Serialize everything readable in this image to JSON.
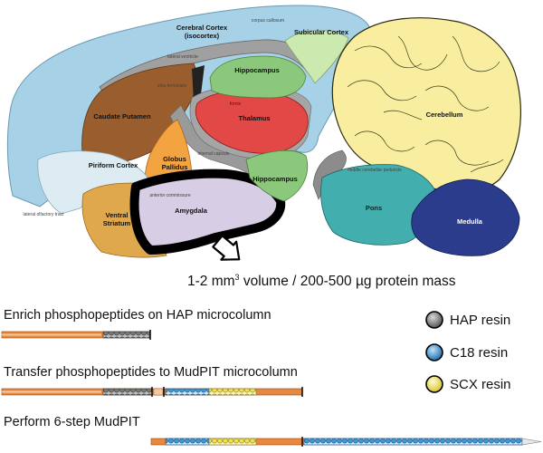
{
  "colors": {
    "cortex": "#a6d1e6",
    "cerebellum": "#f9eea0",
    "pons": "#42aeae",
    "medulla": "#2c3c8c",
    "hippocampus": "#8cc87c",
    "thalamus": "#e14846",
    "caudate": "#9a5e2e",
    "globus": "#f3a440",
    "piriform": "#dcecf2",
    "ventral": "#e0a84c",
    "amygdala": "#d7cde4",
    "subicular": "#cce9b0",
    "tract_gray": "#888888",
    "hap_resin": "#888888",
    "c18_resin": "#3a9ad8",
    "scx_resin": "#f2e34a",
    "column_orange": "#e8873e"
  },
  "brain": {
    "regions": {
      "cerebral_cortex_l1": "Cerebral Cortex",
      "cerebral_cortex_l2": "(isocortex)",
      "subicular_cortex": "Subicular Cortex",
      "hippocampus_upper": "Hippocampus",
      "thalamus": "Thalamus",
      "caudate_putamen": "Caudate Putamen",
      "globus_pallidus_l1": "Globus",
      "globus_pallidus_l2": "Pallidus",
      "piriform_cortex": "Piriform Cortex",
      "ventral_striatum_l1": "Ventral",
      "ventral_striatum_l2": "Striatum",
      "amygdala": "Amygdala",
      "hippocampus_lower": "Hippocampus",
      "cerebellum": "Cerebellum",
      "pons": "Pons",
      "medulla": "Medulla"
    },
    "tracts": {
      "corpus_callosum": "corpus callosum",
      "lateral_ventricle": "lateral ventricle",
      "stria_terminalis": "stria terminalis",
      "fornix": "fornix",
      "internal_capsule": "internal capsule",
      "anterior_commissure": "anterior commissure",
      "lateral_olfactory_tract": "lateral olfactory tract",
      "middle_cerebellar_peduncle": "middle cerebellar peduncle"
    }
  },
  "caption": {
    "prefix": "1-2 mm",
    "exponent": "3",
    "suffix": " volume / 200-500 µg protein mass"
  },
  "steps": [
    {
      "label": "Enrich phosphopeptides on HAP microcolumn"
    },
    {
      "label": "Transfer phosphopeptides to MudPIT microcolumn"
    },
    {
      "label": "Perform 6-step MudPIT"
    }
  ],
  "legend": [
    {
      "label": "HAP resin",
      "icon": "hap-resin-icon"
    },
    {
      "label": "C18 resin",
      "icon": "c18-resin-icon"
    },
    {
      "label": "SCX resin",
      "icon": "scx-resin-icon"
    }
  ]
}
